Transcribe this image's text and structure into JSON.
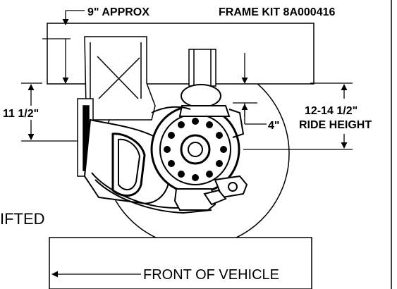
{
  "labels": {
    "approx_depth": "9\" APPROX",
    "frame_kit": "FRAME KIT 8A000416",
    "left_height": "11 1/2\"",
    "offset": "4\"",
    "ride_height_value": "12-14 1/2\"",
    "ride_height_label": "RIDE HEIGHT",
    "lifted_partial": "IFTED",
    "front_of_vehicle": "FRONT OF VEHICLE"
  },
  "colors": {
    "line": "#000000",
    "background": "#ffffff"
  }
}
